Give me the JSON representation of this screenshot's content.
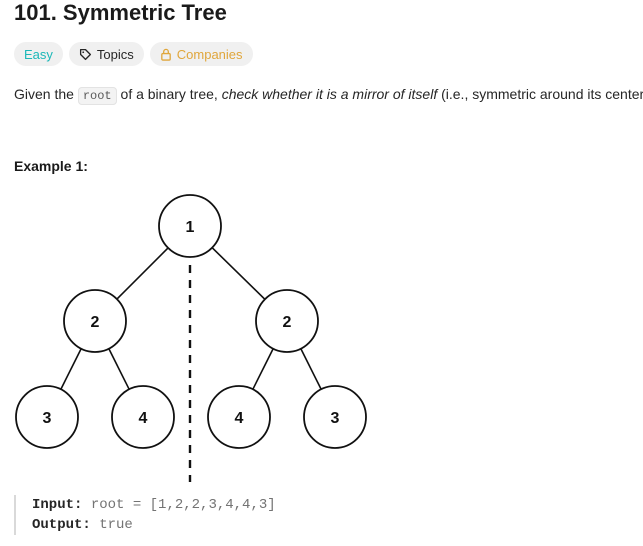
{
  "problem": {
    "title": "101. Symmetric Tree",
    "tags": {
      "difficulty": "Easy",
      "topics": "Topics",
      "companies": "Companies"
    },
    "description": {
      "part1": "Given the ",
      "code": "root",
      "part2": " of a binary tree, ",
      "emph": "check whether it is a mirror of itself",
      "part3": " (i.e., symmetric around its center)."
    }
  },
  "example": {
    "title": "Example 1:",
    "tree_nodes": [
      "1",
      "2",
      "2",
      "3",
      "4",
      "4",
      "3"
    ],
    "input_label": "Input:",
    "input_value": "root = [1,2,2,3,4,4,3]",
    "output_label": "Output:",
    "output_value": "true"
  },
  "colors": {
    "easy": "#1cb8b8",
    "companies": "#e0a63b",
    "tag_bg": "#f0f0f0"
  }
}
